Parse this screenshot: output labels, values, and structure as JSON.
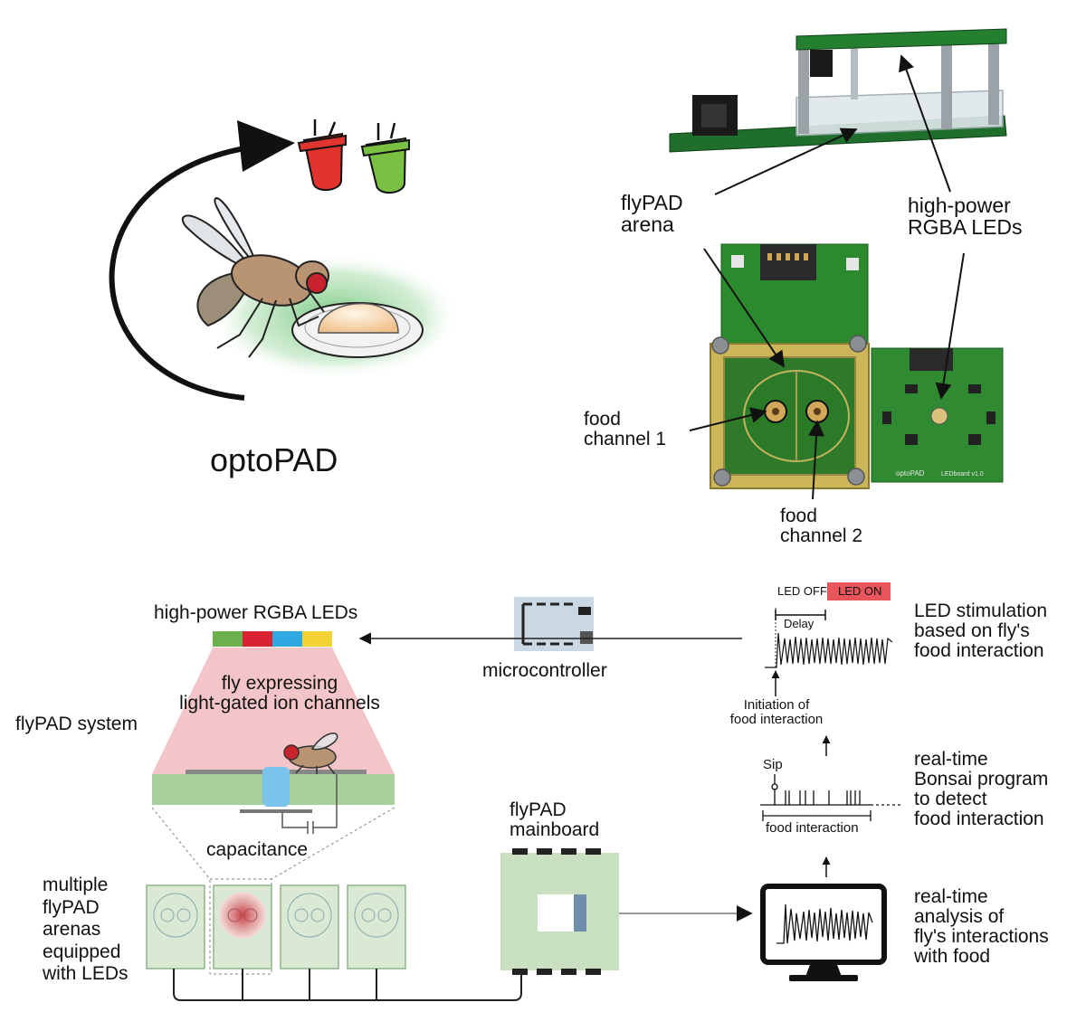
{
  "top_left": {
    "title": "optoPAD"
  },
  "photo": {
    "flypad_arena": "flyPAD\narena",
    "high_power_leds": "high-power\nRGBA LEDs",
    "food_channel_1": "food\nchannel 1",
    "food_channel_2": "food\nchannel 2",
    "board_label_left": "optoPAD",
    "board_label_right": "LEDboard v1.0"
  },
  "schematic": {
    "leds_label": "high-power RGBA LEDs",
    "microcontroller": "microcontroller",
    "flypad_system": "flyPAD system",
    "fly_expressing": "fly expressing\nlight-gated ion channels",
    "capacitance": "capacitance",
    "multiple_arenas": "multiple\nflyPAD\narenas\nequipped\nwith LEDs",
    "mainboard": "flyPAD\nmainboard",
    "led_off": "LED OFF",
    "led_on": "LED ON",
    "delay": "Delay",
    "initiation": "Initiation of\nfood interaction",
    "sip": "Sip",
    "food_interaction": "food interaction",
    "stimulation_text": "LED stimulation\nbased on fly's\nfood interaction",
    "bonsai_text": "real-time\nBonsai program\nto detect\nfood interaction",
    "analysis_text": "real-time\nanalysis of\nfly's interactions\nwith food"
  },
  "colors": {
    "led_strip": [
      "#6ab04c",
      "#d92332",
      "#2ea8e0",
      "#f2d234"
    ],
    "led_on_bg": "#e8555a",
    "arena_green": "#d9e9d4",
    "light_cone": "#f4c5c8",
    "platform_green": "#a9cf9a",
    "channel_blue": "#7ac4ec",
    "mainboard_green": "#c8e0c0",
    "microcontroller_blue": "#cad8e3"
  }
}
